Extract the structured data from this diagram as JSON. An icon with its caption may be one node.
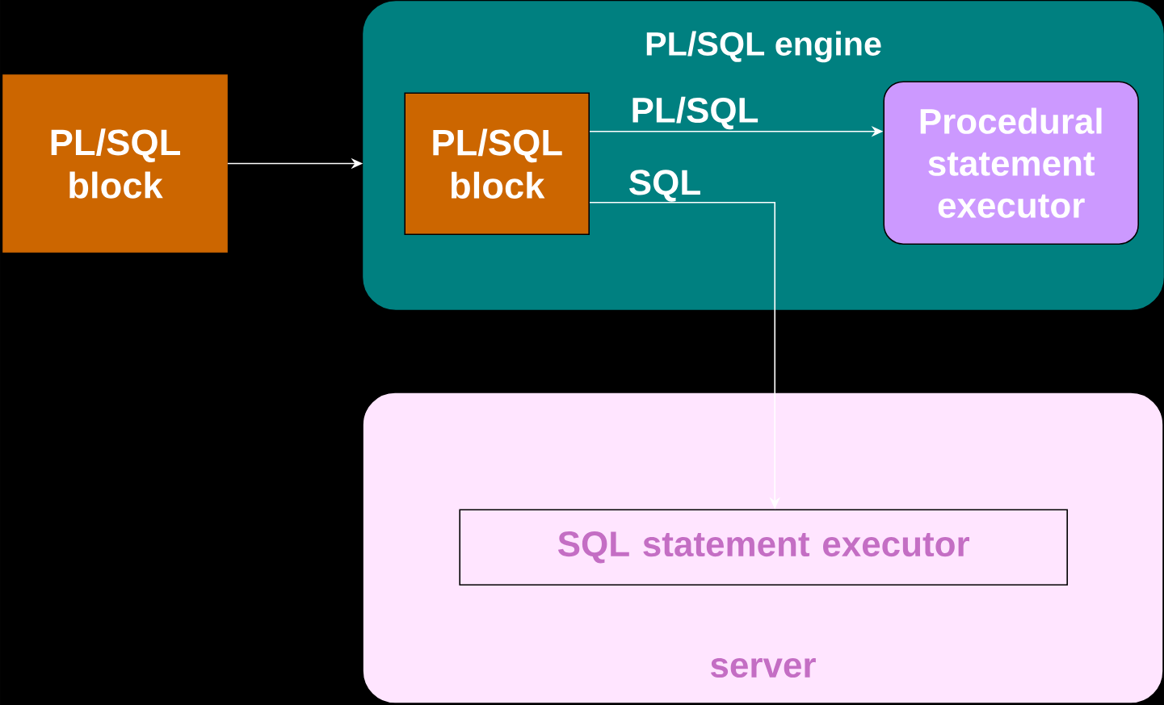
{
  "diagram": {
    "nodes": [
      {
        "text": [
          "PL/SQL block"
        ]
      },
      {
        "text": [
          "PL/SQL engine"
        ]
      },
      {
        "text": [
          "PL/SQL block"
        ],
        "in": 1
      },
      {
        "text": [
          "Procedural statement executor"
        ],
        "in": 1
      },
      {
        "text": [
          "server"
        ]
      },
      {
        "text": [
          "SQL statement executor"
        ],
        "in": 4
      }
    ],
    "edges": [
      {
        "from": 0,
        "to": 1,
        "arrow": "to"
      },
      {
        "from": 2,
        "to": 3,
        "arrow": "to",
        "label": "PL/SQL"
      },
      {
        "from": 2,
        "to": 5,
        "arrow": "to",
        "label": "SQL"
      }
    ]
  }
}
